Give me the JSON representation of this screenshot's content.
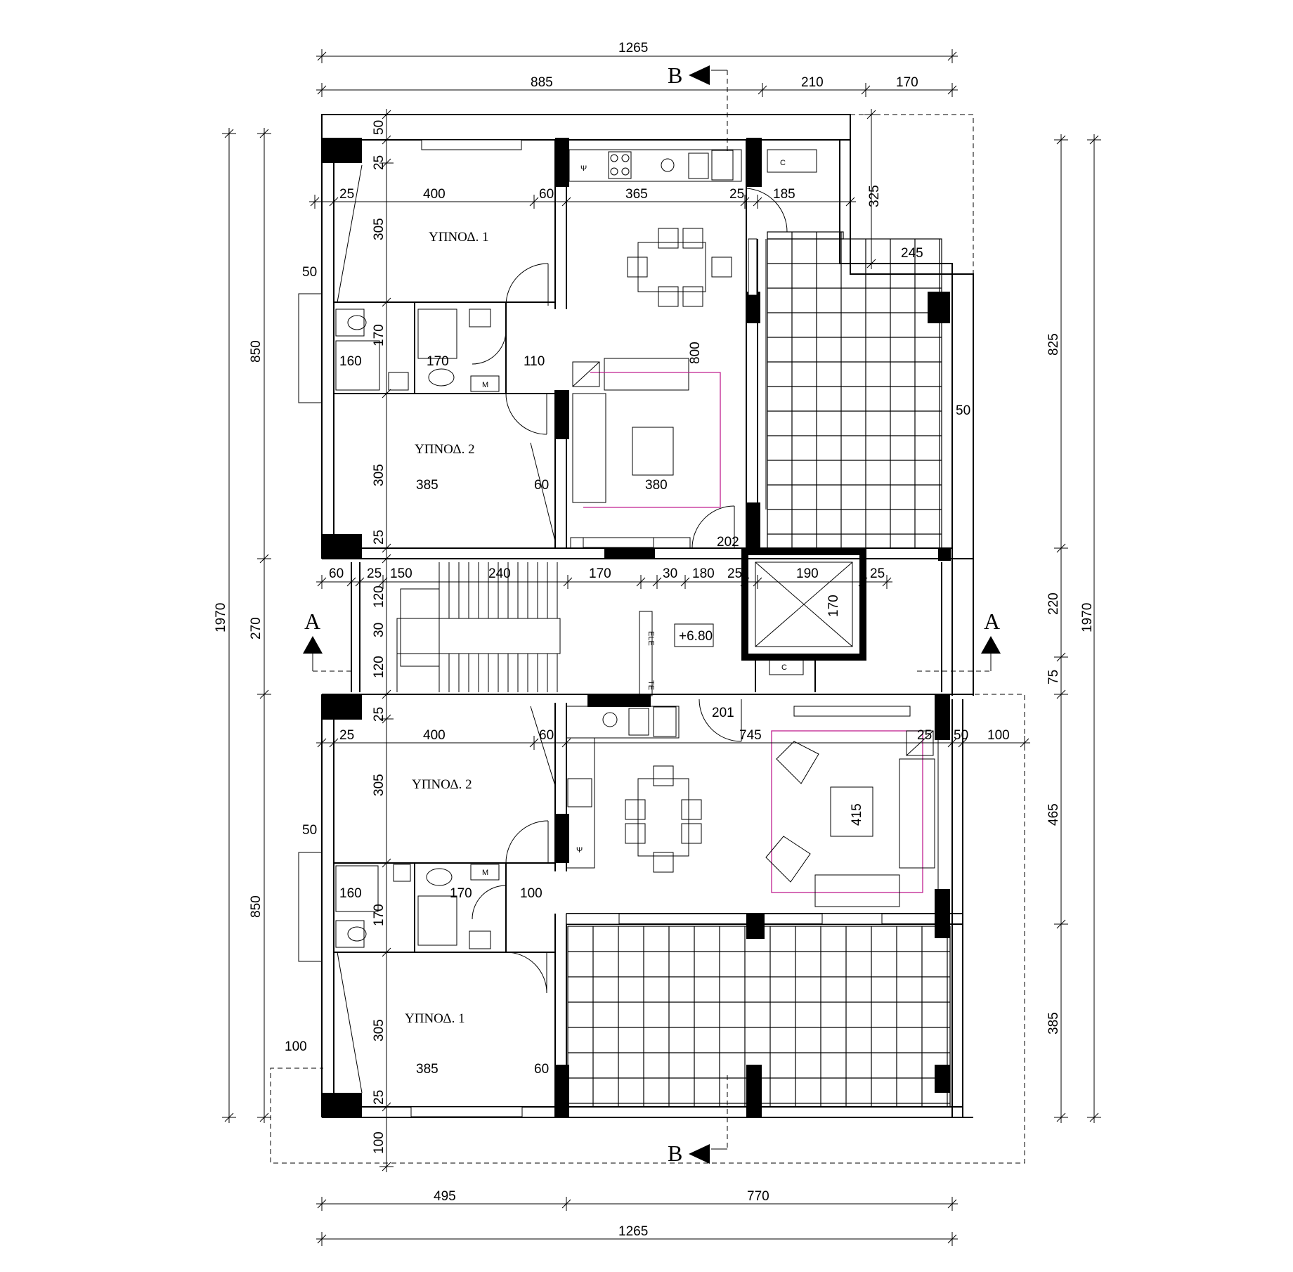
{
  "rooms": {
    "bedroom1_top": "ΥΠΝΟΔ. 1",
    "bedroom2_top": "ΥΠΝΟΔ. 2",
    "bedroom2_bottom": "ΥΠΝΟΔ. 2",
    "bedroom1_bottom": "ΥΠΝΟΔ. 1"
  },
  "section_marks": {
    "a": "A",
    "b": "B"
  },
  "level": "+6.80",
  "fixture_marks": {
    "psi": "Ψ",
    "c": "C",
    "m": "M",
    "ele": "ELE",
    "te": "TE"
  },
  "dims": {
    "top_total": "1265",
    "top_885": "885",
    "top_210": "210",
    "top_170": "170",
    "top_50": "50",
    "top_25": "25",
    "t1_25": "25",
    "t1_400": "400",
    "t1_60": "60",
    "t1_365": "365",
    "t1_25b": "25",
    "t1_185": "185",
    "t1_325": "325",
    "t1_245": "245",
    "t1_305": "305",
    "t1_50": "50",
    "t1_170v": "170",
    "t1_160": "160",
    "t1_170": "170",
    "t1_110": "110",
    "t1_800": "800",
    "t1_50r": "50",
    "t1_305b": "305",
    "t1_385": "385",
    "t1_60b": "60",
    "t1_380": "380",
    "t1_25v": "25",
    "t1_202": "202",
    "c_60": "60",
    "c_25": "25",
    "c_150": "150",
    "c_240": "240",
    "c_170": "170",
    "c_30": "30",
    "c_180": "180",
    "c_25b": "25",
    "c_190": "190",
    "c_25c": "25",
    "c_120a": "120",
    "c_30v": "30",
    "c_120b": "120",
    "c_170v": "170",
    "b_25v": "25",
    "b_201": "201",
    "b_25": "25",
    "b_400": "400",
    "b_60": "60",
    "b_745": "745",
    "b_25r": "25",
    "b_50r": "50",
    "b_100r": "100",
    "b_305": "305",
    "b_415": "415",
    "b_50": "50",
    "b_160": "160",
    "b_170": "170",
    "b_100": "100",
    "b_170v": "170",
    "b_305b": "305",
    "b_100l": "100",
    "b_385": "385",
    "b_60b": "60",
    "b_25vb": "25",
    "b_100v": "100",
    "left_1970": "1970",
    "left_850a": "850",
    "left_270": "270",
    "left_850b": "850",
    "right_825": "825",
    "right_220": "220",
    "right_75": "75",
    "right_465": "465",
    "right_385": "385",
    "right_1970": "1970",
    "bot_495": "495",
    "bot_770": "770",
    "bot_total": "1265"
  }
}
